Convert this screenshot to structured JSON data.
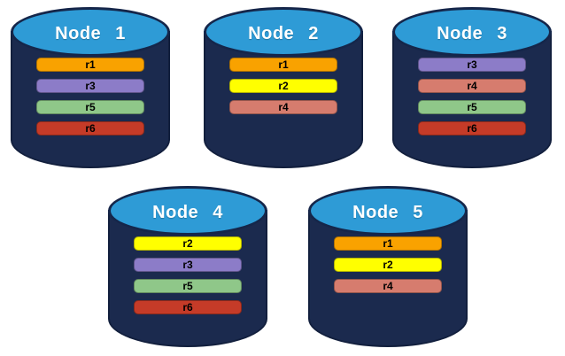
{
  "colors": {
    "cylinder_top": "#2e9bd6",
    "cylinder_body": "#1b2a4e",
    "cylinder_outline": "#121f3d",
    "title_text": "#ffffff",
    "bar_text": "#000000",
    "replica_orange": "#f9a200",
    "replica_yellow": "#ffff00",
    "replica_purple": "#8c7cc8",
    "replica_salmon": "#d67c6e",
    "replica_green": "#8fc789",
    "replica_red": "#c53b28"
  },
  "nodes": [
    {
      "label": "Node 1",
      "replicas": [
        {
          "label": "r1",
          "color": "#f9a200"
        },
        {
          "label": "r3",
          "color": "#8c7cc8"
        },
        {
          "label": "r5",
          "color": "#8fc789"
        },
        {
          "label": "r6",
          "color": "#c53b28"
        }
      ]
    },
    {
      "label": "Node 2",
      "replicas": [
        {
          "label": "r1",
          "color": "#f9a200"
        },
        {
          "label": "r2",
          "color": "#ffff00"
        },
        {
          "label": "r4",
          "color": "#d67c6e"
        }
      ]
    },
    {
      "label": "Node 3",
      "replicas": [
        {
          "label": "r3",
          "color": "#8c7cc8"
        },
        {
          "label": "r4",
          "color": "#d67c6e"
        },
        {
          "label": "r5",
          "color": "#8fc789"
        },
        {
          "label": "r6",
          "color": "#c53b28"
        }
      ]
    },
    {
      "label": "Node 4",
      "replicas": [
        {
          "label": "r2",
          "color": "#ffff00"
        },
        {
          "label": "r3",
          "color": "#8c7cc8"
        },
        {
          "label": "r5",
          "color": "#8fc789"
        },
        {
          "label": "r6",
          "color": "#c53b28"
        }
      ]
    },
    {
      "label": "Node 5",
      "replicas": [
        {
          "label": "r1",
          "color": "#f9a200"
        },
        {
          "label": "r2",
          "color": "#ffff00"
        },
        {
          "label": "r4",
          "color": "#d67c6e"
        }
      ]
    }
  ]
}
